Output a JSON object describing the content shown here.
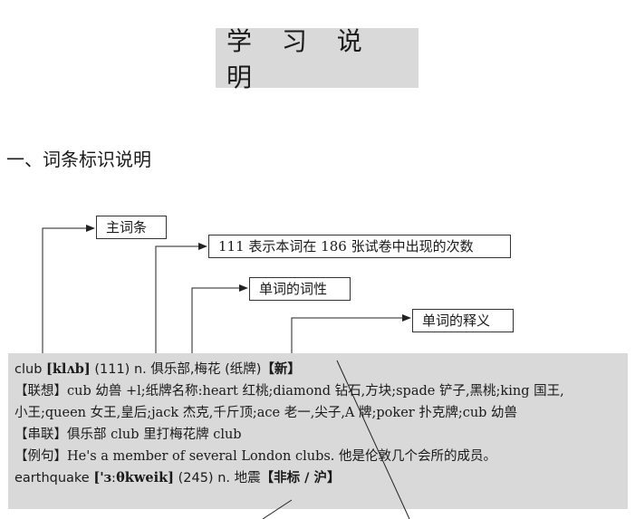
{
  "page_title": "学 习 说 明",
  "section_heading": "一、词条标识说明",
  "callouts": {
    "headword": "主词条",
    "count": "111 表示本词在 186 张试卷中出现的次数",
    "pos": "单词的词性",
    "definition": "单词的释义"
  },
  "entry_club": {
    "word": "club",
    "phonetic": "[klʌb]",
    "count": "(111)",
    "definition": "n. 俱乐部,梅花 (纸牌)",
    "tag": "【新】"
  },
  "lines": {
    "association": "【联想】cub 幼兽 +l;纸牌名称:heart 红桃;diamond 钻石,方块;spade 铲子,黑桃;king 国王,",
    "association_cont": "小王;queen 女王,皇后;jack 杰克,千斤顶;ace 老一,尖子,A 牌;poker 扑克牌;cub 幼兽",
    "connection": "【串联】俱乐部 club 里打梅花牌 club",
    "example": "【例句】He's a member of several London clubs. 他是伦敦几个会所的成员。"
  },
  "entry_earthquake": {
    "word": "earthquake",
    "phonetic": "['ɜːθkweik]",
    "count": "(245)",
    "definition": "n. 地震",
    "tag": "【非标 / 沪】"
  }
}
